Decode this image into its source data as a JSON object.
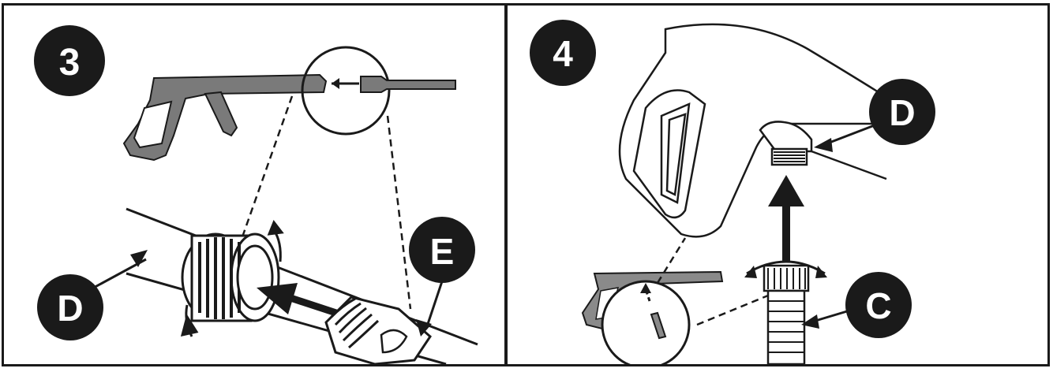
{
  "panels": [
    {
      "step": "3",
      "labels": {
        "d": "D",
        "e": "E"
      }
    },
    {
      "step": "4",
      "labels": {
        "d": "D",
        "c": "C"
      }
    }
  ],
  "colors": {
    "ink": "#1a1a1a",
    "paper": "#ffffff",
    "gun": "#6e6e6e",
    "gun_light": "#9a9a9a"
  }
}
